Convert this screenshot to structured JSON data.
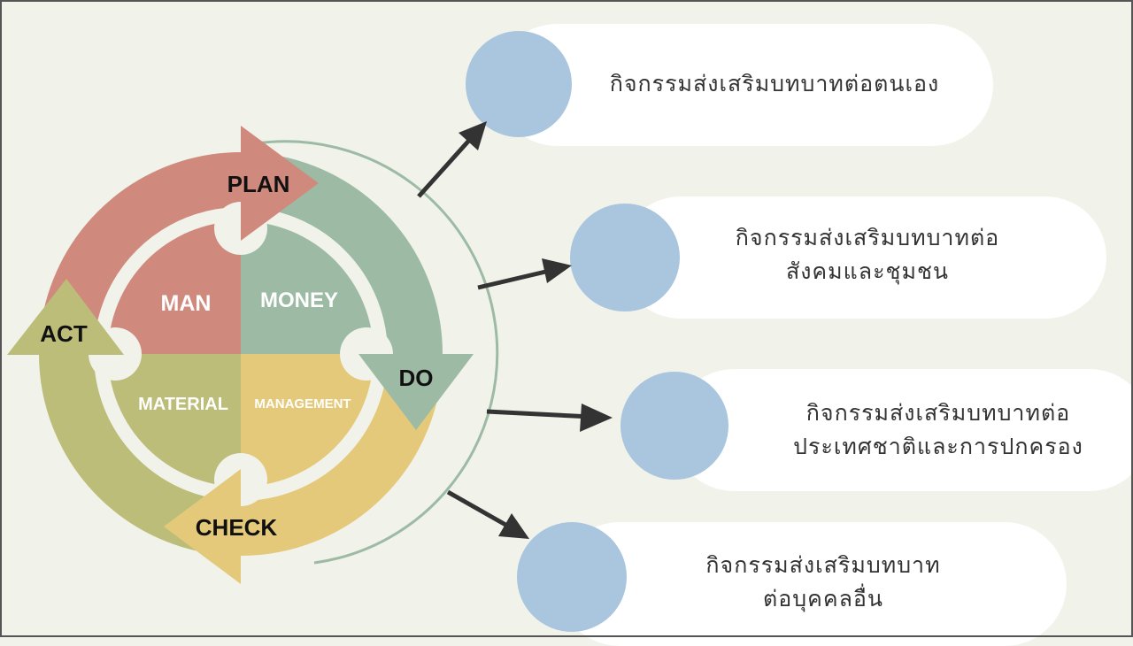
{
  "cycle": {
    "plan": "PLAN",
    "do": "DO",
    "check": "CHECK",
    "act": "ACT",
    "quadrants": {
      "man": "MAN",
      "money": "MONEY",
      "material": "MATERIAL",
      "management": "MANAGEMENT"
    }
  },
  "colors": {
    "plan": "#d0897d",
    "do": "#9dbba4",
    "check": "#e4c97a",
    "act": "#bcbd78",
    "circle": "#a9c6de",
    "background": "#f1f2ea"
  },
  "activities": [
    {
      "line1": "กิจกรรมส่งเสริมบทบาทต่อตนเอง",
      "line2": ""
    },
    {
      "line1": "กิจกรรมส่งเสริมบทบาทต่อ",
      "line2": "สังคมและชุมชน"
    },
    {
      "line1": "กิจกรรมส่งเสริมบทบาทต่อ",
      "line2": "ประเทศชาติและการปกครอง"
    },
    {
      "line1": "กิจกรรมส่งเสริมบทบาท",
      "line2": "ต่อบุคคลอื่น"
    }
  ]
}
